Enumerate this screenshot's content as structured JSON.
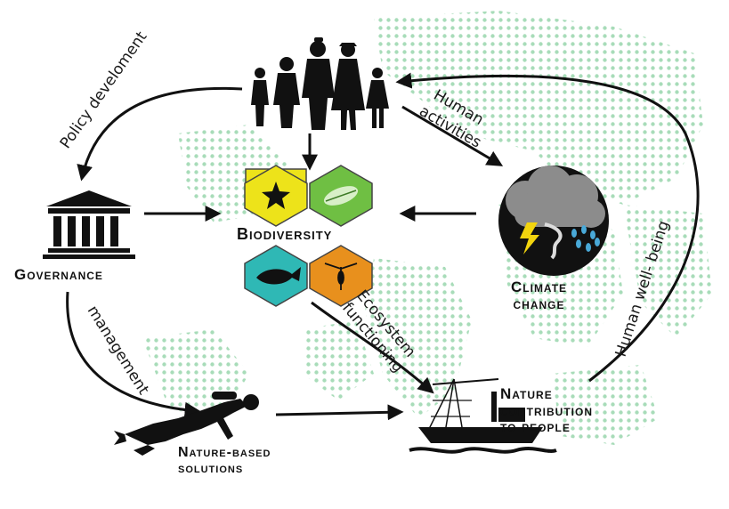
{
  "nodes": {
    "biodiversity": "Biodiversity",
    "governance": "Governance",
    "climate_line1": "Climate",
    "climate_line2": "change",
    "nbs_line1": "Nature-based",
    "nbs_line2": "solutions",
    "ncp_line1": "Nature",
    "ncp_line2": "contribution",
    "ncp_line3": "to people"
  },
  "edges": {
    "policy": "Policy develoment",
    "human_activities_line1": "Human",
    "human_activities_line2": "activities",
    "ecosystem_line1": "Ecosystem",
    "ecosystem_line2": "functioning",
    "management": "management",
    "wellbeing": "Human well- being"
  },
  "icons": {
    "people": "family-silhouette-icon",
    "governance": "government-building-icon",
    "climate": "storm-cloud-icon",
    "diver": "scuba-diver-icon",
    "fishing_boat": "fishing-boat-icon",
    "hex_star": "starfish-icon",
    "hex_leaf": "leaf-icon",
    "hex_fish": "fish-icon",
    "hex_plankton": "plankton-icon"
  },
  "colors": {
    "hex_yellow": "#ede31a",
    "hex_green": "#6fbf43",
    "hex_cyan": "#2fb8b5",
    "hex_orange": "#e8901d",
    "map_dots": "#a8dcb9",
    "ink": "#111111",
    "climate_circle": "#111111"
  }
}
